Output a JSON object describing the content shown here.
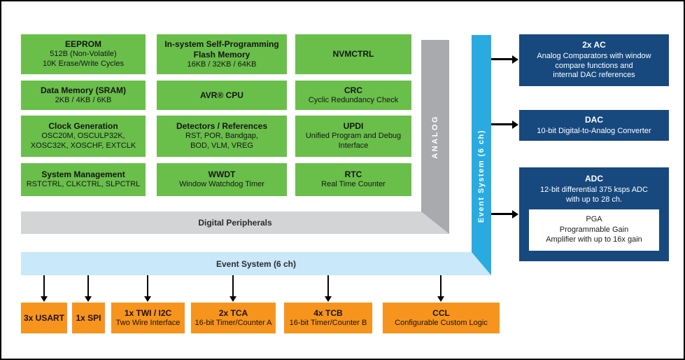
{
  "colors": {
    "green": "#6abf4b",
    "orange": "#f7941e",
    "navy": "#17497e",
    "cyan": "#29abe2",
    "light_blue": "#c9e8f9",
    "gray_light": "#d2d4d5",
    "gray_dark": "#a8aaad",
    "arrow": "#000000"
  },
  "green_blocks": [
    {
      "title": "EEPROM",
      "body": "512B (Non-Volatile)\n10K Erase/Write Cycles"
    },
    {
      "title": "Data Memory (SRAM)",
      "body": "2KB / 4KB / 6KB"
    },
    {
      "title": "Clock Generation",
      "body": "OSC20M, OSCULP32K,\nXOSC32K, XOSCHF, EXTCLK"
    },
    {
      "title": "System Management",
      "body": "RSTCTRL, CLKCTRL, SLPCTRL"
    },
    {
      "title": "In-system Self-Programming\nFlash Memory",
      "body": "16KB / 32KB / 64KB"
    },
    {
      "title": "AVR® CPU",
      "body": ""
    },
    {
      "title": "Detectors / References",
      "body": "RST, POR, Bandgap,\nBOD, VLM, VREG"
    },
    {
      "title": "WWDT",
      "body": "Window Watchdog Timer"
    },
    {
      "title": "NVMCTRL",
      "body": ""
    },
    {
      "title": "CRC",
      "body": "Cyclic Redundancy Check"
    },
    {
      "title": "UPDI",
      "body": "Unified Program and Debug\nInterface"
    },
    {
      "title": "RTC",
      "body": "Real Time Counter"
    }
  ],
  "bars": {
    "analog": "ANALOG",
    "event_vertical": "Event System (6 ch)",
    "digital_peripherals": "Digital Peripherals",
    "event_horizontal": "Event System (6 ch)"
  },
  "orange_blocks": [
    {
      "title": "3x USART",
      "body": ""
    },
    {
      "title": "1x SPI",
      "body": ""
    },
    {
      "title": "1x TWI / I2C",
      "body": "Two Wire Interface"
    },
    {
      "title": "2x TCA",
      "body": "16-bit Timer/Counter A"
    },
    {
      "title": "4x TCB",
      "body": "16-bit Timer/Counter B"
    },
    {
      "title": "CCL",
      "body": "Configurable Custom Logic"
    }
  ],
  "blue_blocks": [
    {
      "title": "2x AC",
      "body": "Analog Comparators with window\ncompare functions and\ninternal DAC references"
    },
    {
      "title": "DAC",
      "body": "10-bit Digital-to-Analog Converter"
    },
    {
      "title": "ADC",
      "body": "12-bit differential 375 ksps ADC\nwith up to 28 ch."
    }
  ],
  "pga_box": {
    "title": "PGA",
    "body": "Programmable Gain\nAmplifier with up to 16x gain"
  }
}
